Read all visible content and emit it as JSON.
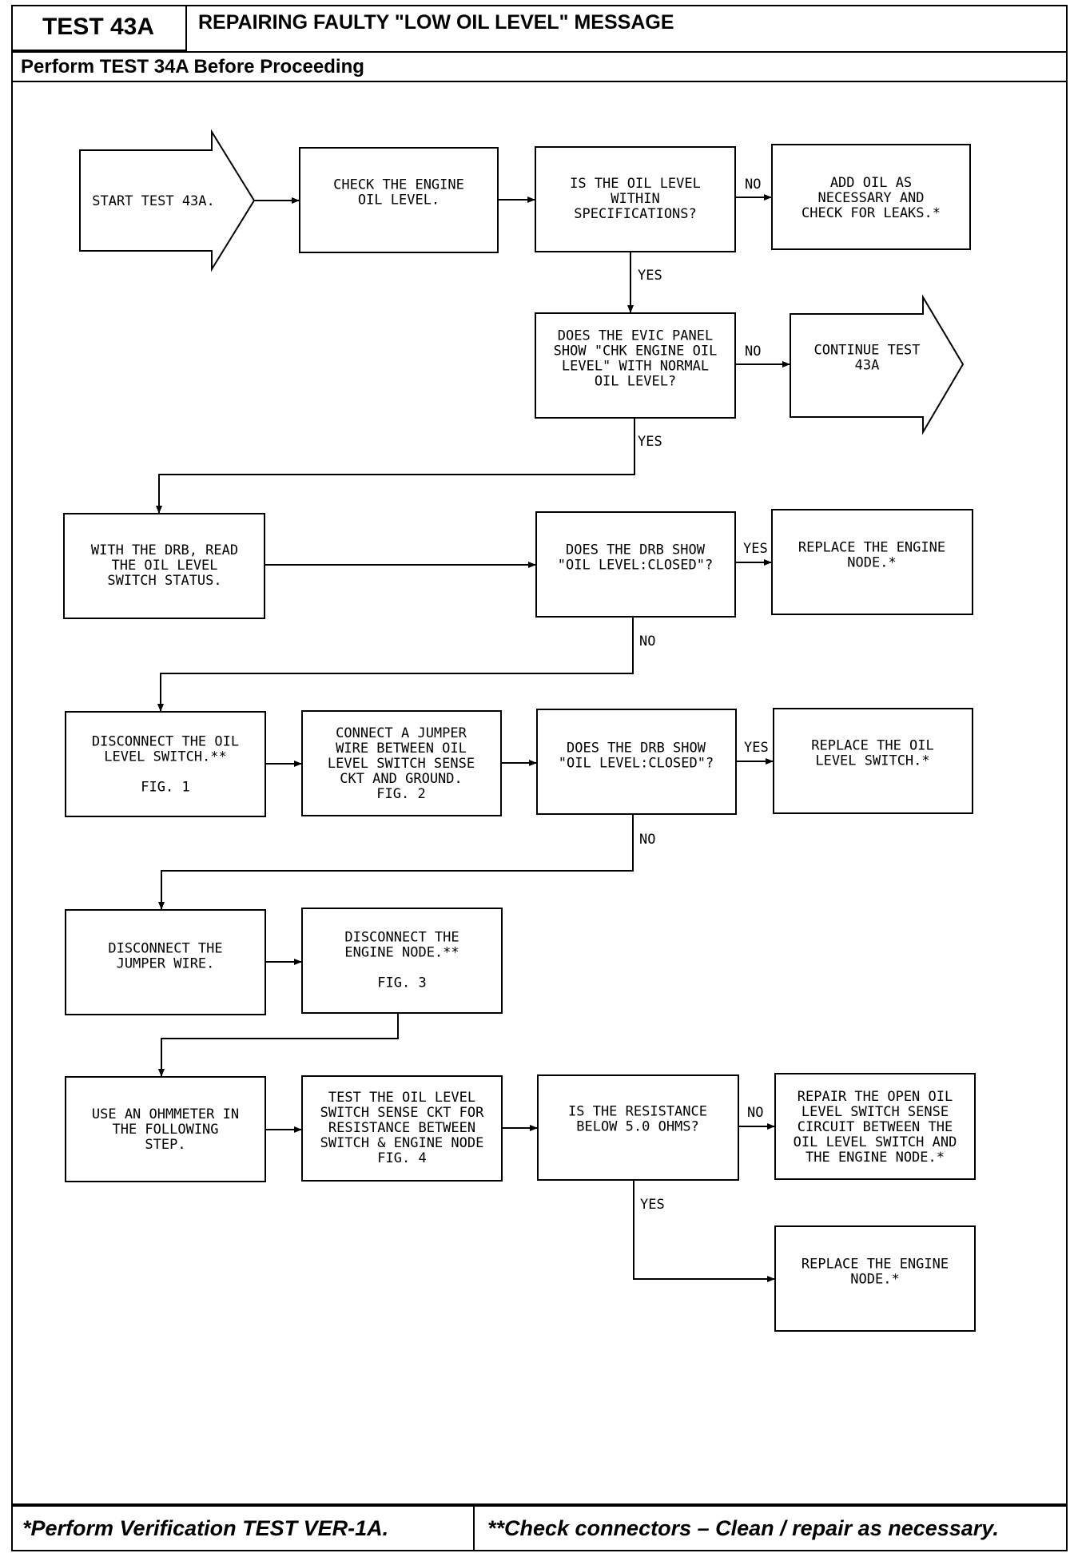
{
  "header": {
    "test_id": "TEST 43A",
    "title": "REPAIRING FAULTY \"LOW OIL LEVEL\" MESSAGE",
    "subtitle": "Perform TEST 34A Before Proceeding"
  },
  "nodes": {
    "start": [
      "START TEST 43A."
    ],
    "check_oil": [
      "CHECK THE ENGINE",
      "OIL LEVEL."
    ],
    "oil_within_spec": [
      "IS THE OIL LEVEL",
      "WITHIN",
      "SPECIFICATIONS?"
    ],
    "add_oil": [
      "ADD OIL AS",
      "NECESSARY AND",
      "CHECK FOR LEAKS.*"
    ],
    "evic_panel": [
      "DOES THE EVIC PANEL",
      "SHOW \"CHK ENGINE OIL",
      "LEVEL\" WITH NORMAL",
      "OIL LEVEL?"
    ],
    "continue_test": [
      "CONTINUE TEST",
      "43A"
    ],
    "read_switch": [
      "WITH THE DRB, READ",
      "THE OIL LEVEL",
      "SWITCH STATUS."
    ],
    "drb_closed_1": [
      "DOES THE DRB SHOW",
      "\"OIL LEVEL:CLOSED\"?"
    ],
    "replace_node_1": [
      "REPLACE THE ENGINE",
      "NODE.*"
    ],
    "disconnect_switch": [
      "DISCONNECT THE OIL",
      "LEVEL SWITCH.**",
      "",
      "FIG. 1"
    ],
    "connect_jumper": [
      "CONNECT A JUMPER",
      "WIRE BETWEEN OIL",
      "LEVEL SWITCH SENSE",
      "CKT AND GROUND.",
      "FIG. 2"
    ],
    "drb_closed_2": [
      "DOES THE DRB SHOW",
      "\"OIL LEVEL:CLOSED\"?"
    ],
    "replace_switch": [
      "REPLACE THE OIL",
      "LEVEL SWITCH.*"
    ],
    "disconnect_jumper": [
      "DISCONNECT THE",
      "JUMPER WIRE."
    ],
    "disconnect_node": [
      "DISCONNECT THE",
      "ENGINE NODE.**",
      "",
      "FIG. 3"
    ],
    "use_ohmmeter": [
      "USE AN OHMMETER IN",
      "THE FOLLOWING",
      "STEP."
    ],
    "test_ckt": [
      "TEST THE OIL LEVEL",
      "SWITCH SENSE CKT FOR",
      "RESISTANCE BETWEEN",
      "SWITCH & ENGINE NODE",
      "FIG. 4"
    ],
    "resistance_q": [
      "IS THE RESISTANCE",
      "BELOW 5.0 OHMS?"
    ],
    "repair_open": [
      "REPAIR THE OPEN OIL",
      "LEVEL SWITCH SENSE",
      "CIRCUIT BETWEEN THE",
      "OIL LEVEL SWITCH AND",
      "THE ENGINE NODE.*"
    ],
    "replace_node_2": [
      "REPLACE THE ENGINE",
      "NODE.*"
    ]
  },
  "edge_labels": {
    "no_1": "NO",
    "yes_1": "YES",
    "no_2": "NO",
    "yes_2": "YES",
    "yes_3": "YES",
    "no_3": "NO",
    "yes_4": "YES",
    "no_4": "NO",
    "no_5": "NO",
    "yes_5": "YES"
  },
  "footer": {
    "left": "*Perform Verification TEST VER-1A.",
    "right": "**Check connectors – Clean / repair as necessary."
  }
}
